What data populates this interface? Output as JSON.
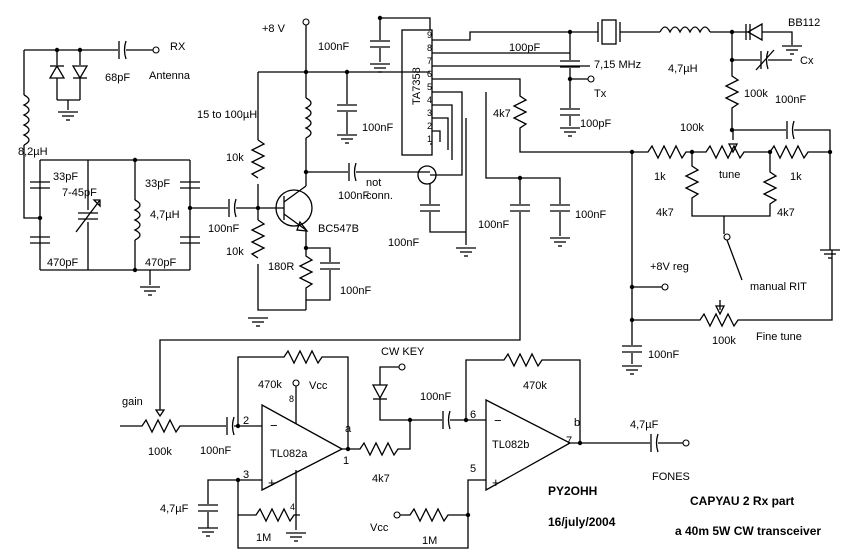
{
  "labels": {
    "rx": "RX",
    "antenna": "Antenna",
    "c_68p": "68pF",
    "l_82u": "8,2µH",
    "c_33p_a": "33pF",
    "c_trim": "7-45pF",
    "c_33p_b": "33pF",
    "l_47u_tank": "4,7µH",
    "c_470p_a": "470pF",
    "c_470p_b": "470pF",
    "supply_8v": "+8 V",
    "l_15_100": "15 to 100µH",
    "r_10k_a": "10k",
    "r_10k_b": "10k",
    "c_100n_base": "100nF",
    "transistor": "BC547B",
    "r_180": "180R",
    "c_100n_emit": "100nF",
    "c_100n_top": "100nF",
    "c_100n_coll": "100nF",
    "c_100n_mid": "100nF",
    "c_100n_pin": "100nF",
    "not_conn_1": "not",
    "not_conn_2": "conn.",
    "mixer_ic": "TA7358",
    "pins": [
      "9",
      "8",
      "7",
      "6",
      "5",
      "4",
      "3",
      "2",
      "1"
    ],
    "r_4k7_top": "4k7",
    "c_100n_out": "100nF",
    "c_100n_out2": "100nF",
    "c_100p_a": "100pF",
    "c_100p_b": "100pF",
    "crystal": "7,15 MHz",
    "tx": "Tx",
    "l_47u_vxo": "4,7µH",
    "varicap": "BB112",
    "cx": "Cx",
    "r_100k_v": "100k",
    "c_100n_v": "100nF",
    "r_100k_t": "100k",
    "r_1k_a": "1k",
    "r_1k_b": "1k",
    "tune": "tune",
    "r_4k7_a": "4k7",
    "r_4k7_b": "4k7",
    "supply_8v_reg": "+8V reg",
    "manual_rit": "manual RIT",
    "r_100k_fine": "100k",
    "fine_tune": "Fine tune",
    "c_100n_reg": "100nF",
    "gain": "gain",
    "r_100k_gain": "100k",
    "c_100n_in": "100nF",
    "r_470k_a": "470k",
    "vcc_a": "Vcc",
    "amp_a": "TL082a",
    "pin_a8": "8",
    "pin_a2": "2",
    "pin_a3": "3",
    "pin_a1": "1",
    "pin_a4": "4",
    "node_a": "a",
    "r_4k7_mid": "4k7",
    "c_47u_bias": "4,7µF",
    "r_1m_a": "1M",
    "vcc_b": "Vcc",
    "r_1m_b": "1M",
    "cw_key": "CW KEY",
    "c_100n_key": "100nF",
    "r_470k_b": "470k",
    "amp_b": "TL082b",
    "pin_b6": "6",
    "pin_b5": "5",
    "pin_b7": "7",
    "node_b": "b",
    "c_47u_out": "4,7µF",
    "fones": "FONES",
    "callsign": "PY2OHH",
    "date": "16/july/2004",
    "title1": "CAPYAU 2 Rx part",
    "title2": "a 40m 5W CW transceiver"
  }
}
